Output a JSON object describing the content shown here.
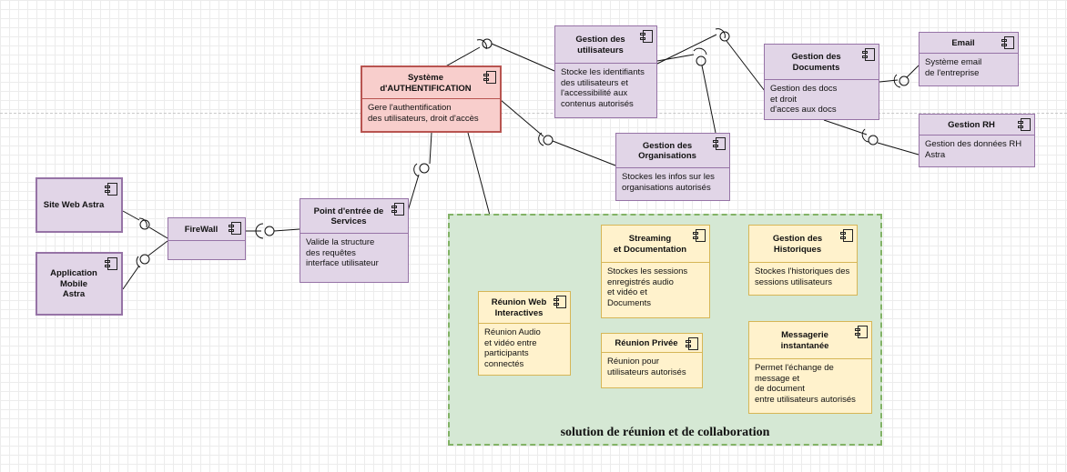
{
  "components": {
    "site_web": {
      "title": "Site Web Astra"
    },
    "app_mobile": {
      "title": "Application\nMobile\nAstra"
    },
    "firewall": {
      "title": "FireWall"
    },
    "point_entree": {
      "title": "Point d'entrée de\nServices",
      "body": "Valide la structure\n des requêtes\ninterface utilisateur"
    },
    "auth": {
      "title": "Système\nd'AUTHENTIFICATION",
      "body": "Gere l'authentification\ndes utilisateurs, droit d'accès"
    },
    "gestion_users": {
      "title": "Gestion des\nutilisateurs",
      "body": "Stocke les identifiants\n des utilisateurs et\nl'accessibilité aux\n contenus autorisés"
    },
    "gestion_orgs": {
      "title": "Gestion des\nOrganisations",
      "body": "Stockes les infos sur les\n organisations autorisés"
    },
    "gestion_docs": {
      "title": "Gestion des\nDocuments",
      "body": "Gestion des docs\net droit\nd'acces aux docs"
    },
    "email": {
      "title": "Email",
      "body": "Système email\n de l'entreprise"
    },
    "gestion_rh": {
      "title": "Gestion RH",
      "body": "Gestion des données RH\n Astra"
    },
    "reunion_web": {
      "title": "Réunion Web\nInteractives",
      "body": "Réunion Audio\net vidéo entre\nparticipants\n connectés"
    },
    "streaming": {
      "title": "Streaming\net Documentation",
      "body": "Stockes les sessions\n enregistrés audio\n et vidéo et\nDocuments"
    },
    "historiques": {
      "title": "Gestion des\nHistoriques",
      "body": "Stockes l'historiques des\nsessions utilisateurs"
    },
    "reunion_privee": {
      "title": "Réunion Privée",
      "body": "Réunion pour\nutilisateurs autorisés"
    },
    "messagerie": {
      "title": "Messagerie\ninstantanée",
      "body": "Permet l'échange de\n message et\nde document\nentre utilisateurs autorisés"
    }
  },
  "group": {
    "label": "solution de réunion et de collaboration"
  },
  "icons": {
    "component": "uml-component-icon",
    "interface": "provided-required-interface"
  },
  "colors": {
    "component_fill": "#e1d5e7",
    "component_border": "#9673a6",
    "auth_fill": "#f8cecc",
    "auth_border": "#b85450",
    "meeting_fill": "#fff2cc",
    "meeting_border": "#d6b656",
    "group_fill": "#d5e8d4",
    "group_border": "#82b366"
  }
}
